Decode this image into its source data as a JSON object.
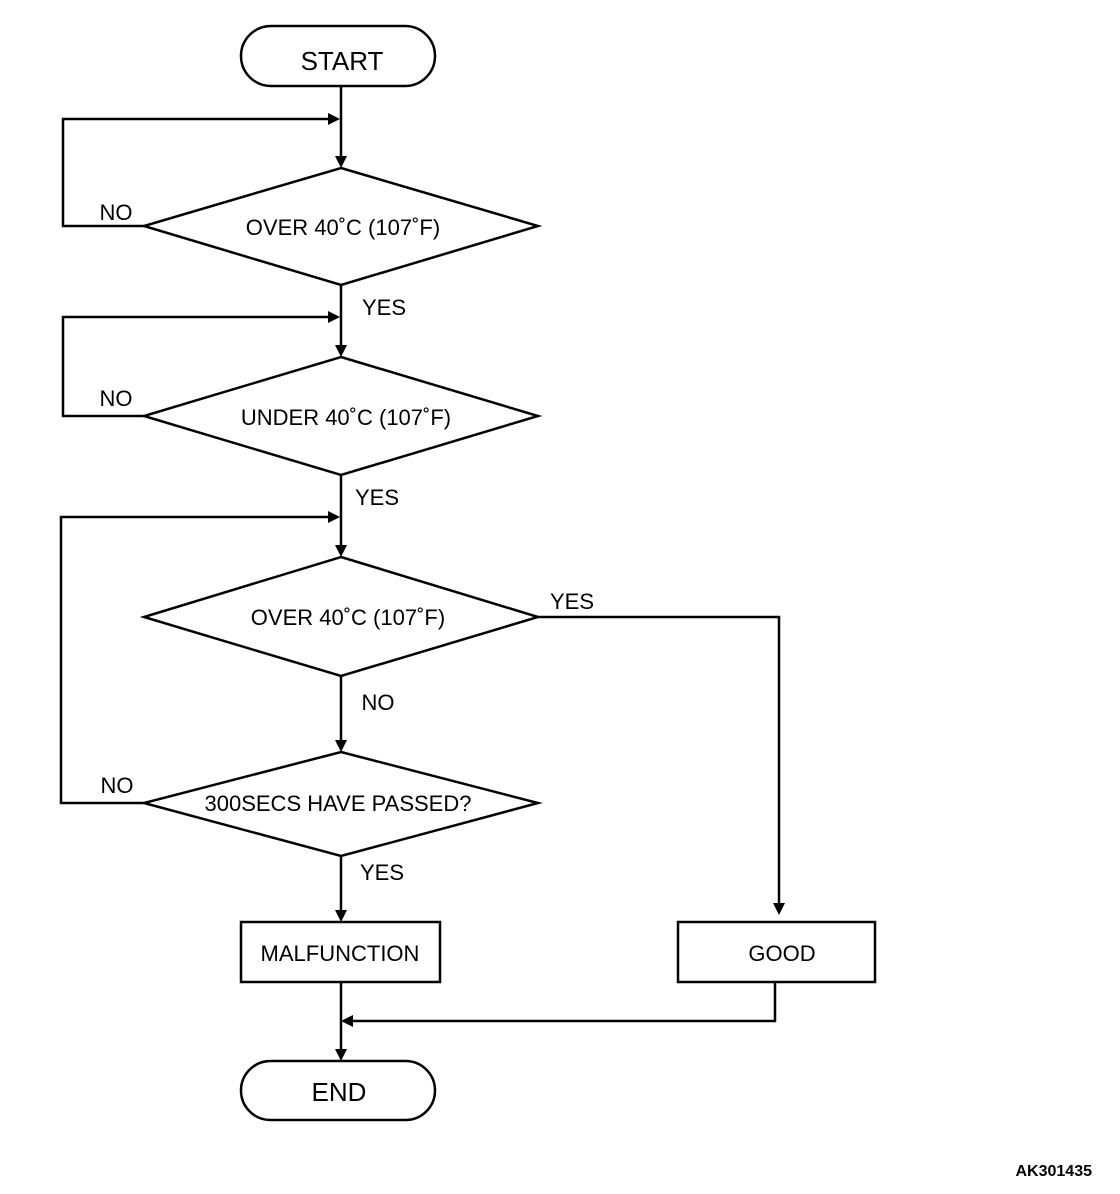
{
  "diagram": {
    "nodes": {
      "start": "START",
      "d1": "OVER 40˚C (107˚F)",
      "d2": "UNDER 40˚C (107˚F)",
      "d3": "OVER 40˚C (107˚F)",
      "d4": "300SECS HAVE PASSED?",
      "malfunction": "MALFUNCTION",
      "good": "GOOD",
      "end": "END"
    },
    "edges": {
      "d1_no": "NO",
      "d1_yes": "YES",
      "d2_no": "NO",
      "d2_yes": "YES",
      "d3_yes": "YES",
      "d3_no": "NO",
      "d4_no": "NO",
      "d4_yes": "YES"
    },
    "ref_code": "AK301435"
  }
}
